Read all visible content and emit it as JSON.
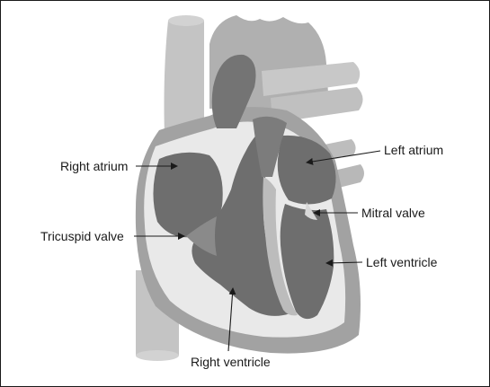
{
  "labels": {
    "right_atrium": "Right atrium",
    "tricuspid_valve": "Tricuspid valve",
    "right_ventricle": "Right ventricle",
    "left_atrium": "Left atrium",
    "mitral_valve": "Mitral valve",
    "left_ventricle": "Left ventricle"
  },
  "colors": {
    "vessel_light": "#c4c4c4",
    "vessel_mid": "#b0b0b0",
    "heart_wall": "#a2a2a2",
    "chamber_dark": "#6e6e6e",
    "chamber_lining": "#e9e9e9",
    "outline": "#1a1a1a"
  }
}
